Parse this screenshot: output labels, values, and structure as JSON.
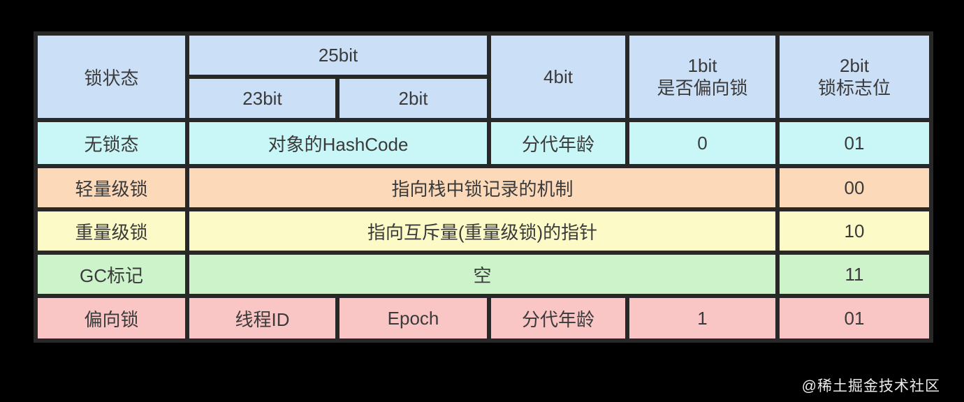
{
  "header": {
    "lock_state": "锁状态",
    "bits_25": "25bit",
    "bits_23": "23bit",
    "bits_2": "2bit",
    "bits_4": "4bit",
    "bits_1": "1bit",
    "bits_1_sub": "是否偏向锁",
    "flag_bits": "2bit",
    "flag_bits_sub": "锁标志位"
  },
  "rows": {
    "no_lock": {
      "label": "无锁态",
      "hashcode": "对象的HashCode",
      "age": "分代年龄",
      "biased": "0",
      "flag": "01"
    },
    "lightweight": {
      "label": "轻量级锁",
      "content": "指向栈中锁记录的机制",
      "flag": "00"
    },
    "heavyweight": {
      "label": "重量级锁",
      "content": "指向互斥量(重量级锁)的指针",
      "flag": "10"
    },
    "gc_mark": {
      "label": "GC标记",
      "content": "空",
      "flag": "11"
    },
    "biased": {
      "label": "偏向锁",
      "thread_id": "线程ID",
      "epoch": "Epoch",
      "age": "分代年龄",
      "biased": "1",
      "flag": "01"
    }
  },
  "watermark": "@稀土掘金技术社区",
  "colors": {
    "header_bg": "#cbdff6",
    "no_lock_bg": "#c9f6f6",
    "lightweight_bg": "#fbd9b9",
    "heavyweight_bg": "#fcfbc8",
    "gc_mark_bg": "#ccf3ca",
    "biased_bg": "#fac5c5",
    "border": "#282828",
    "background": "#000000",
    "text": "#3a3a3a"
  }
}
